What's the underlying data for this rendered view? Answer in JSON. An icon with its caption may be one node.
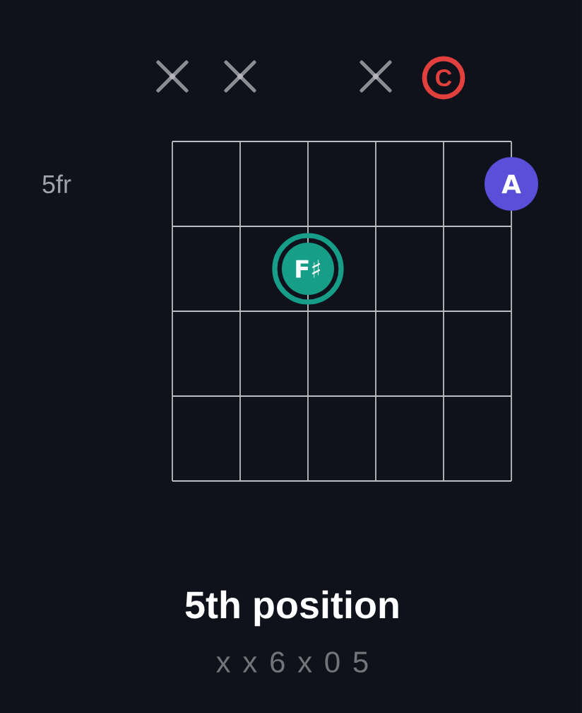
{
  "diagram": {
    "title": "5th position",
    "nodes": [
      {
        "text": [],
        "shape": "cross"
      },
      {
        "text": [],
        "shape": "cross"
      },
      {
        "text": [],
        "shape": "cross"
      },
      {
        "text": [
          "C"
        ]
      },
      {
        "text": [
          "A"
        ]
      },
      {
        "text": [
          "F♯"
        ]
      }
    ],
    "labels": [
      "5fr",
      "x x 6 x 0 5"
    ]
  }
}
